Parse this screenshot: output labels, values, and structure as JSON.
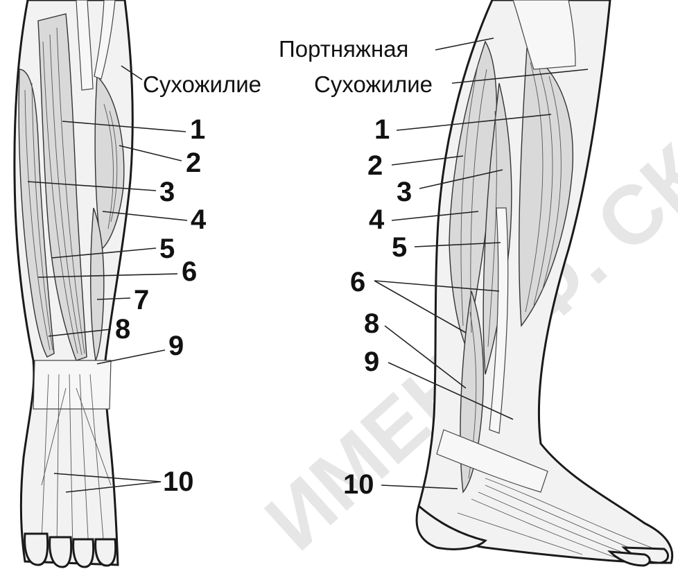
{
  "watermark": "ИМЕНИ Ф. СКОРИ",
  "left_figure": {
    "labels": {
      "tendon": "Сухожилие",
      "n1": "1",
      "n2": "2",
      "n3": "3",
      "n4": "4",
      "n5": "5",
      "n6": "6",
      "n7": "7",
      "n8": "8",
      "n9": "9",
      "n10": "10"
    }
  },
  "right_figure": {
    "labels": {
      "sartorius": "Портняжная",
      "tendon": "Сухожилие",
      "n1": "1",
      "n2": "2",
      "n3": "3",
      "n4": "4",
      "n5": "5",
      "n6": "6",
      "n8": "8",
      "n9": "9",
      "n10": "10"
    }
  }
}
